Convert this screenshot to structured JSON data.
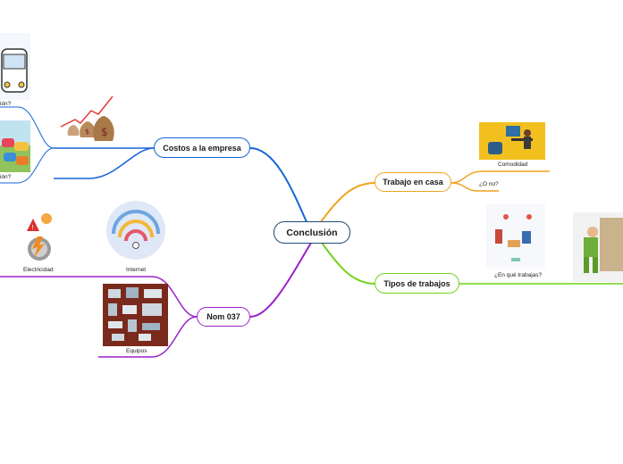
{
  "central": {
    "label": "Conclusión"
  },
  "costos": {
    "label": "Costos a la empresa"
  },
  "costos_items": {
    "item1": "ión?",
    "item2": "ión?"
  },
  "trabajo": {
    "label": "Trabajo en casa",
    "comodidad": "Comodidad",
    "o_no": "¿O no?"
  },
  "tipos": {
    "label": "Tipos de trabajos",
    "en_que": "¿En qué trabajas?"
  },
  "nom": {
    "label": "Nom 037",
    "electricidad": "Electricidad",
    "internet": "Internet",
    "equipos": "Equipos"
  },
  "colors": {
    "central": "#1f4b7a",
    "costos": "#1565d8",
    "trabajo": "#f0a21b",
    "tipos": "#6fd41a",
    "nom": "#9a22c7"
  }
}
